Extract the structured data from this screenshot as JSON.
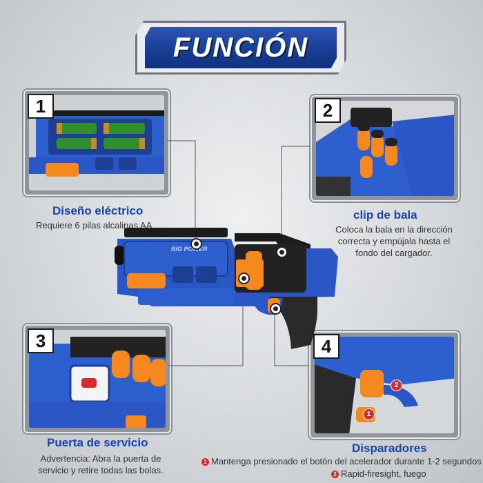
{
  "title": "FUNCIÓN",
  "panels": [
    {
      "number": "1",
      "title": "Diseño eléctrico",
      "desc": "Requiere 6 pilas alcalinas AA"
    },
    {
      "number": "2",
      "title": "clip de bala",
      "desc": "Coloca la bala en la dirección correcta y empújala hasta el fondo del cargador."
    },
    {
      "number": "3",
      "title": "Puerta de servicio",
      "desc": "Advertencia: Abra la puerta de servicio y retire todas las bolas."
    },
    {
      "number": "4",
      "title": "Disparadores",
      "items": [
        {
          "badge": "1",
          "text": "Mantenga presionado el botón del acelerador durante 1-2 segundos"
        },
        {
          "badge": "2",
          "text": "Rapid-firesight,  fuego"
        }
      ]
    }
  ],
  "blaster": {
    "brand_text": "BIG POWER"
  },
  "colors": {
    "accent": "#1a43a8",
    "blaster_blue": "#2a56c6",
    "blaster_orange": "#f5891f"
  }
}
